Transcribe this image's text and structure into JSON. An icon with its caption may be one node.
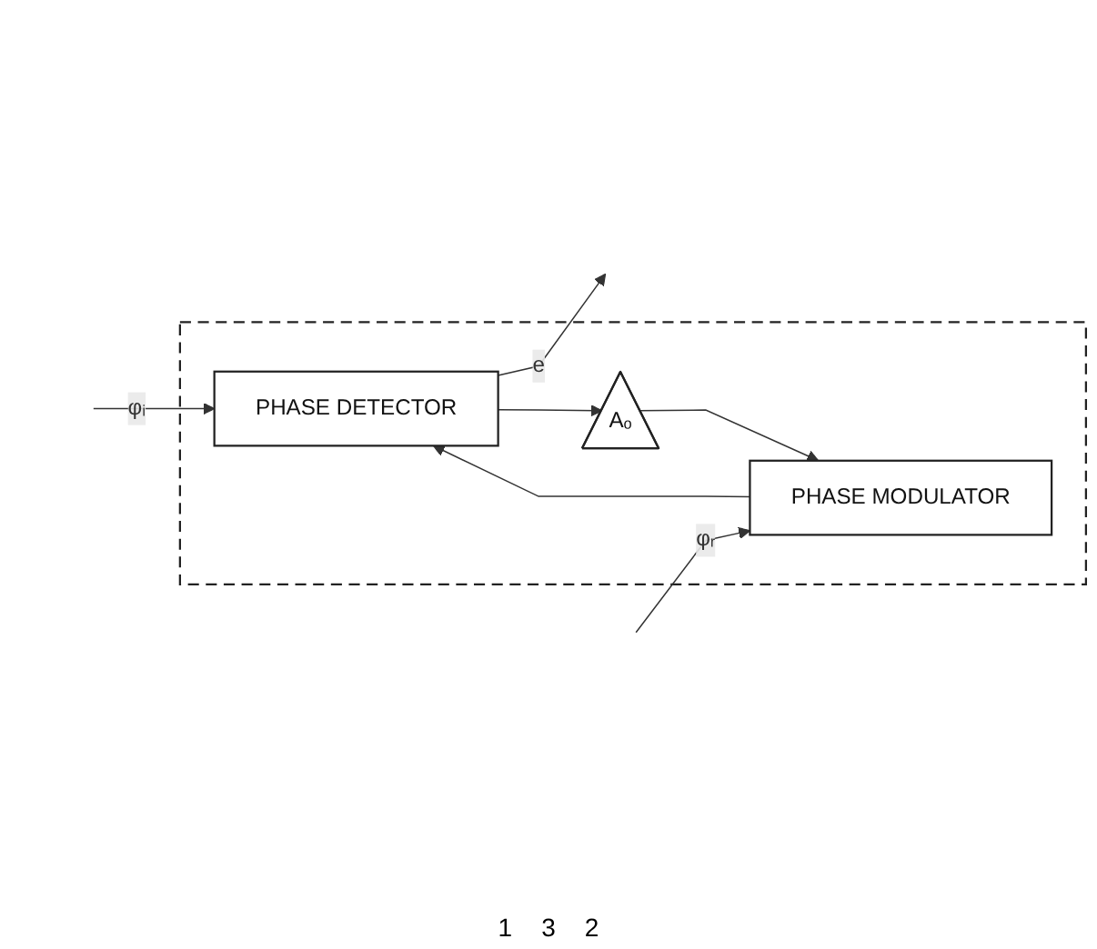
{
  "diagram": {
    "nodes": [
      {
        "text": [],
        "shape": "box"
      },
      {
        "text": [
          "PHASE DETECTOR"
        ],
        "in": 0
      },
      {
        "text": [
          "PHASE MODULATOR"
        ],
        "in": 0
      },
      {
        "text": [
          "Aₒ"
        ],
        "in": 0
      }
    ],
    "edges": [
      {
        "from": null,
        "to": 1,
        "arrow": "to",
        "label": "φᵢ"
      },
      {
        "from": 1,
        "to": null,
        "arrow": "to",
        "label": "e"
      },
      {
        "from": 1,
        "to": 3,
        "arrow": "to"
      },
      {
        "from": 3,
        "to": 2,
        "arrow": "to"
      },
      {
        "from": 2,
        "to": 1,
        "arrow": "to"
      },
      {
        "from": null,
        "to": 2,
        "arrow": "to",
        "label": "φᵣ"
      }
    ],
    "labels": [
      "1",
      "3",
      "2"
    ]
  }
}
